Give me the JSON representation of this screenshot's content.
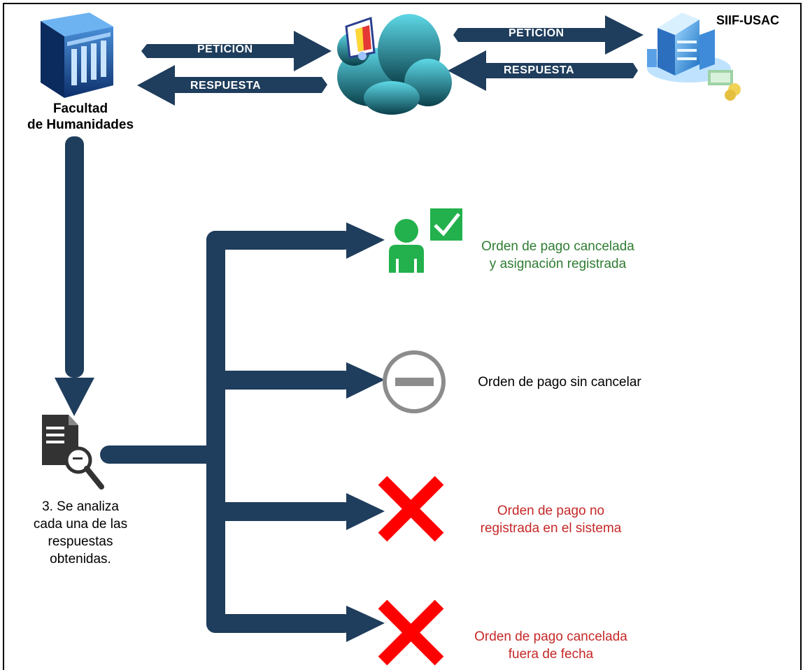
{
  "nodes": {
    "facultad": {
      "line1": "Facultad",
      "line2": "de Humanidades"
    },
    "siif": {
      "label": "SIIF-USAC"
    }
  },
  "arrows": {
    "left_request": "PETICIÓN",
    "left_response": "RESPUESTA",
    "right_request": "PETICIÓN",
    "right_response": "RESPUESTA"
  },
  "analysis": {
    "lines": [
      "3. Se analiza",
      "cada una de las",
      "respuestas",
      "obtenidas."
    ]
  },
  "outcomes": [
    {
      "lines": [
        "Orden de pago cancelada",
        "y asignación registrada"
      ],
      "color": "#2e7d32",
      "icon": "user-check-icon"
    },
    {
      "lines": [
        "Orden de pago sin cancelar"
      ],
      "color": "#000000",
      "icon": "minus-circle-icon"
    },
    {
      "lines": [
        "Orden de pago no",
        "registrada en el sistema"
      ],
      "color": "#c62828",
      "icon": "red-x-icon"
    },
    {
      "lines": [
        "Orden de pago cancelada",
        "fuera de fecha"
      ],
      "color": "#c62828",
      "icon": "red-x-icon"
    }
  ],
  "colors": {
    "arrow": "#1f3d5c",
    "green": "#22b14c",
    "red": "#ff0000",
    "gray": "#8c8c8c"
  }
}
